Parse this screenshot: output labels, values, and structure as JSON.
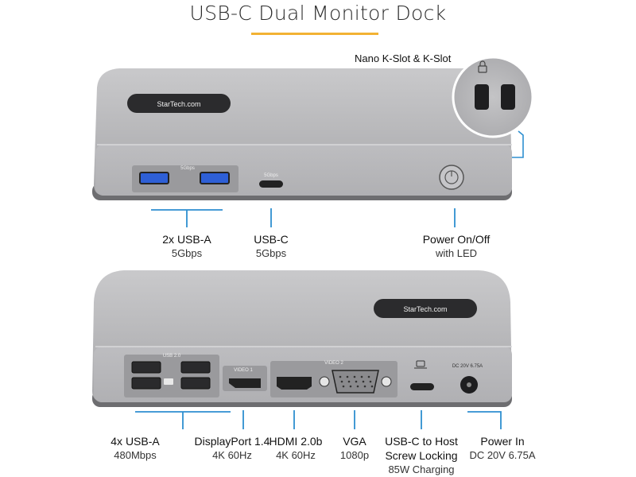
{
  "title": "USB-C Dual Monitor Dock",
  "colors": {
    "accent": "#f2b233",
    "leader": "#2e8fd0",
    "device": "#b9b9bb",
    "device_dark": "#6d6d70"
  },
  "brand": "StarTech.com",
  "top_view": {
    "kslot_label": "Nano K-Slot & K-Slot",
    "port_print_5gbps_a": "5Gbps",
    "port_print_5gbps_c": "5Gbps",
    "callouts": [
      {
        "line1": "2x USB-A",
        "line2": "5Gbps"
      },
      {
        "line1": "USB-C",
        "line2": "5Gbps"
      },
      {
        "line1": "Power On/Off",
        "line2": "with LED"
      }
    ]
  },
  "bottom_view": {
    "port_print_usb20": "USB 2.0",
    "port_print_video1": "VIDEO 1",
    "port_print_video2": "VIDEO 2",
    "port_print_dc": "DC 20V 6.75A",
    "callouts": [
      {
        "line1": "4x USB-A",
        "line2": "480Mbps"
      },
      {
        "line1": "DisplayPort 1.4",
        "line2": "4K 60Hz"
      },
      {
        "line1": "HDMI 2.0b",
        "line2": "4K 60Hz"
      },
      {
        "line1": "VGA",
        "line2": "1080p"
      },
      {
        "line1": "USB-C to Host",
        "line2": "Screw Locking",
        "line3": "85W Charging"
      },
      {
        "line1": "Power In",
        "line2": "DC 20V 6.75A"
      }
    ]
  }
}
